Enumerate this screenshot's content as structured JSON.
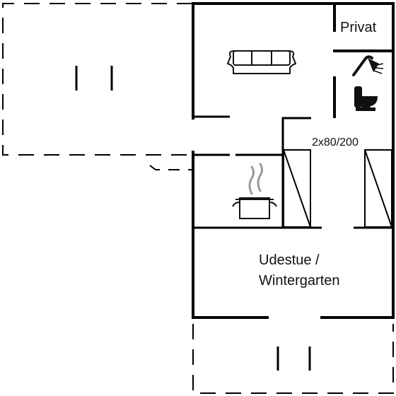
{
  "labels": {
    "privat": "Privat",
    "beds": "2x80/200",
    "udestue_line1": "Udestue /",
    "udestue_line2": "Wintergarten"
  },
  "icons": [
    "sofa-icon",
    "shower-icon",
    "toilet-icon",
    "cooking-pot-icon",
    "bed-icon"
  ],
  "colors": {
    "wall": "#000000",
    "icon": "#111111",
    "steam": "#999999",
    "background": "#ffffff"
  }
}
